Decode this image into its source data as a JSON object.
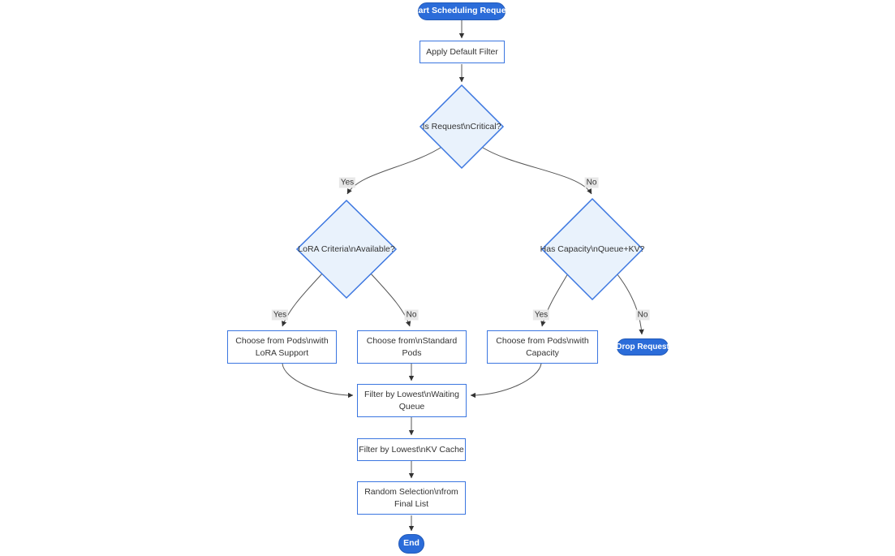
{
  "colors": {
    "accent_blue": "#2b6cd9",
    "node_border_blue": "#3b76e0",
    "diamond_fill": "#e9f2fc",
    "edge_gray": "#555555",
    "edge_label_bg": "#e8e8e8",
    "text_dark": "#333333"
  },
  "nodes": {
    "start": {
      "label": "Start Scheduling Request"
    },
    "apply_filter": {
      "label": "Apply Default Filter"
    },
    "is_critical": {
      "label": "Is Request\\nCritical?"
    },
    "lora_criteria": {
      "label": "LoRA Criteria\\nAvailable?"
    },
    "has_capacity": {
      "label": "Has Capacity\\nQueue+KV?"
    },
    "choose_lora": {
      "lines": [
        "Choose from Pods\\nwith",
        "LoRA Support"
      ]
    },
    "choose_standard": {
      "lines": [
        "Choose from\\nStandard",
        "Pods"
      ]
    },
    "choose_capacity": {
      "lines": [
        "Choose from Pods\\nwith",
        "Capacity"
      ]
    },
    "drop_request": {
      "label": "Drop Request"
    },
    "filter_waiting_queue": {
      "lines": [
        "Filter by Lowest\\nWaiting",
        "Queue"
      ]
    },
    "filter_kv_cache": {
      "label": "Filter by Lowest\\nKV Cache"
    },
    "random_selection": {
      "lines": [
        "Random Selection\\nfrom",
        "Final List"
      ]
    },
    "end": {
      "label": "End"
    }
  },
  "edge_labels": {
    "critical_yes": "Yes",
    "critical_no": "No",
    "lora_yes": "Yes",
    "lora_no": "No",
    "capacity_yes": "Yes",
    "capacity_no": "No"
  }
}
